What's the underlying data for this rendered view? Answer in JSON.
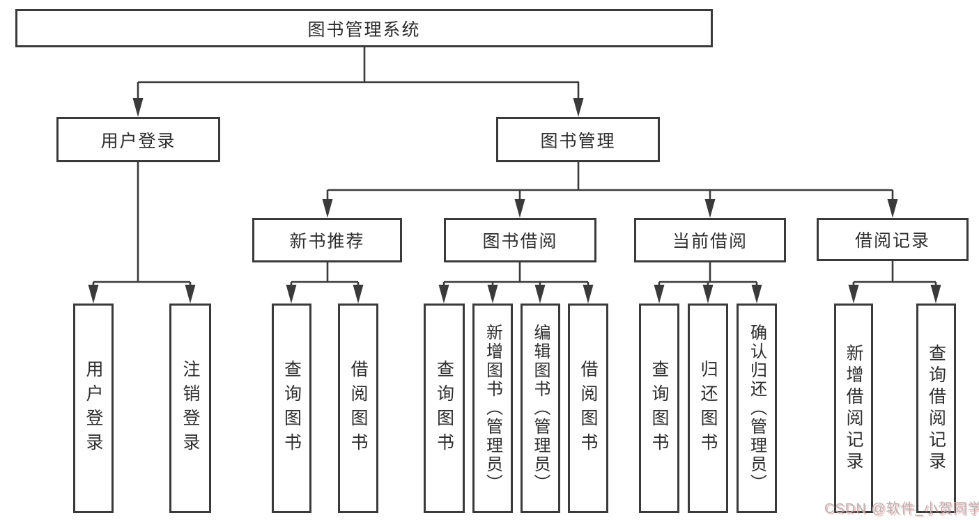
{
  "diagram": {
    "title": "图书管理系统",
    "branches": [
      {
        "label": "用户登录",
        "children": [
          {
            "label": "用户登录"
          },
          {
            "label": "注销登录"
          }
        ]
      },
      {
        "label": "图书管理",
        "sections": [
          {
            "label": "新书推荐",
            "children": [
              {
                "label": "查询图书"
              },
              {
                "label": "借阅图书"
              }
            ]
          },
          {
            "label": "图书借阅",
            "children": [
              {
                "label": "查询图书"
              },
              {
                "label": "新增图书（管理员）"
              },
              {
                "label": "编辑图书（管理员）"
              },
              {
                "label": "借阅图书"
              }
            ]
          },
          {
            "label": "当前借阅",
            "children": [
              {
                "label": "查询图书"
              },
              {
                "label": "归还图书"
              },
              {
                "label": "确认归还（管理员）"
              }
            ]
          },
          {
            "label": "借阅记录",
            "children": [
              {
                "label": "新增借阅记录"
              },
              {
                "label": "查询借阅记录"
              }
            ]
          }
        ]
      }
    ]
  },
  "watermark": "CSDN @软件_小贺同学",
  "colors": {
    "line": "#3a3a3a",
    "text": "#2d2d2d",
    "background": "#ffffff",
    "watermark_gray": "#b5b5b5",
    "watermark_red": "#f06e6e"
  }
}
